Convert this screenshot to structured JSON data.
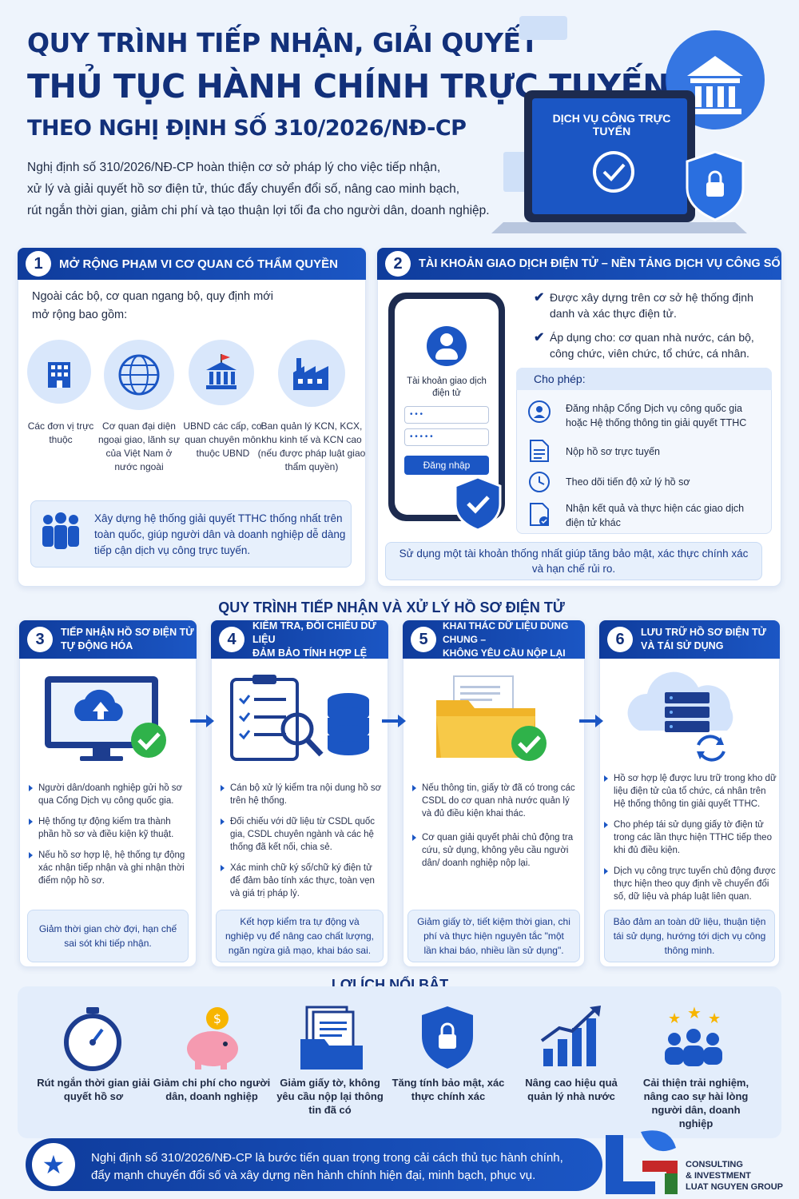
{
  "header": {
    "title_line1": "QUY TRÌNH TIẾP NHẬN, GIẢI QUYẾT",
    "title_line2": "THỦ TỤC HÀNH CHÍNH TRỰC TUYẾN",
    "title_line3": "THEO NGHỊ ĐỊNH SỐ 310/2026/NĐ-CP",
    "intro": [
      "Nghị định số 310/2026/NĐ-CP hoàn thiện cơ sở pháp lý cho việc tiếp nhận,",
      "xử lý và giải quyết hồ sơ điện tử, thúc đẩy chuyển đổi số, nâng cao minh bạch,",
      "rút ngắn thời gian, giảm chi phí và tạo thuận lợi tối đa cho người dân, doanh nghiệp."
    ],
    "laptop_label": "DỊCH VỤ CÔNG TRỰC TUYẾN"
  },
  "section1": {
    "number": "1",
    "title": "MỞ RỘNG PHẠM VI CƠ QUAN CÓ THẨM QUYỀN",
    "intro_line1": "Ngoài các bộ, cơ quan ngang bộ, quy định mới",
    "intro_line2": "mở rộng bao gồm:",
    "items": [
      "Các đơn vị trực thuộc",
      "Cơ quan đại diện ngoại giao, lãnh sự của Việt Nam ở nước ngoài",
      "UBND các cấp, cơ quan chuyên môn thuộc UBND",
      "Ban quản lý KCN, KCX, khu kinh tế và KCN cao (nếu được pháp luật giao thẩm quyền)"
    ],
    "note": "Xây dựng hệ thống giải quyết TTHC thống nhất trên toàn quốc, giúp người dân và doanh nghiệp dễ dàng tiếp cận dịch vụ công trực tuyến."
  },
  "section2": {
    "number": "2",
    "title": "TÀI KHOẢN GIAO DỊCH ĐIỆN TỬ – NỀN TẢNG DỊCH VỤ CÔNG SỐ",
    "phone_label": "Tài khoản giao dịch điện tử",
    "user_field": "• • •",
    "pass_field": "• • • • •",
    "login_button": "Đăng nhập",
    "checks": [
      "Được xây dựng trên cơ sở hệ thống định danh và xác thực điện tử.",
      "Áp dụng cho: cơ quan nhà nước, cán bộ, công chức, viên chức, tổ chức, cá nhân."
    ],
    "allow_title": "Cho phép:",
    "allows": [
      "Đăng nhập Cổng Dịch vụ công quốc gia hoặc Hệ thống thông tin giải quyết TTHC",
      "Nộp hồ sơ trực tuyến",
      "Theo dõi tiến độ xử lý hồ sơ",
      "Nhận kết quả và thực hiện các giao dịch điện tử khác"
    ],
    "note": "Sử dụng một tài khoản thống nhất giúp tăng bảo mật, xác thực chính xác và hạn chế rủi ro."
  },
  "process": {
    "heading": "QUY TRÌNH TIẾP NHẬN VÀ XỬ LÝ HỒ SƠ ĐIỆN TỬ",
    "steps": [
      {
        "number": "3",
        "title1": "TIẾP NHẬN HỒ SƠ ĐIỆN TỬ",
        "title2": "TỰ ĐỘNG HÓA",
        "bullets": [
          "Người dân/doanh nghiệp gửi hồ sơ qua Cổng Dịch vụ công quốc gia.",
          "Hệ thống tự động kiểm tra thành phần hồ sơ và điều kiện kỹ thuật.",
          "Nếu hồ sơ hợp lệ, hệ thống tự động xác nhận tiếp nhận và ghi nhận thời điểm nộp hồ sơ."
        ],
        "note": "Giảm thời gian chờ đợi, hạn chế sai sót khi tiếp nhận."
      },
      {
        "number": "4",
        "title1": "KIỂM TRA, ĐỐI CHIẾU DỮ LIỆU",
        "title2": "ĐẢM BẢO TÍNH HỢP LỆ",
        "bullets": [
          "Cán bộ xử lý kiểm tra nội dung hồ sơ trên hệ thống.",
          "Đối chiếu với dữ liệu từ CSDL quốc gia, CSDL chuyên ngành và các hệ thống đã kết nối, chia sẻ.",
          "Xác minh chữ ký số/chữ ký điện tử để đảm bảo tính xác thực, toàn vẹn và giá trị pháp lý."
        ],
        "note": "Kết hợp kiểm tra tự động và nghiệp vụ để nâng cao chất lượng, ngăn ngừa giả mạo, khai báo sai."
      },
      {
        "number": "5",
        "title1": "KHAI THÁC DỮ LIỆU DÙNG CHUNG –",
        "title2": "KHÔNG YÊU CẦU NỘP LẠI",
        "bullets": [
          "Nếu thông tin, giấy tờ đã có trong các CSDL do cơ quan nhà nước quản lý và đủ điều kiện khai thác.",
          "Cơ quan giải quyết phải chủ động tra cứu, sử dụng, không yêu cầu người dân/ doanh nghiệp nộp lại."
        ],
        "note": "Giảm giấy tờ, tiết kiệm thời gian, chi phí và thực hiện nguyên tắc \"một lần khai báo, nhiều lần sử dụng\"."
      },
      {
        "number": "6",
        "title1": "LƯU TRỮ HỒ SƠ ĐIỆN TỬ",
        "title2": "VÀ TÁI SỬ DỤNG",
        "bullets": [
          "Hồ sơ hợp lệ được lưu trữ trong kho dữ liệu điện tử của tổ chức, cá nhân trên Hệ thống thông tin giải quyết TTHC.",
          "Cho phép tái sử dụng giấy tờ điện tử trong các lần thực hiện TTHC tiếp theo khi đủ điều kiện.",
          "Dịch vụ công trực tuyến chủ động được thực hiện theo quy định về chuyển đổi số, dữ liệu và pháp luật liên quan."
        ],
        "note": "Bảo đảm an toàn dữ liệu, thuận tiện tái sử dụng, hướng tới dịch vụ công thông minh."
      }
    ]
  },
  "benefits": {
    "heading": "LỢI ÍCH NỔI BẬT",
    "items": [
      "Rút ngắn thời gian giải quyết hồ sơ",
      "Giảm chi phí cho người dân, doanh nghiệp",
      "Giảm giấy tờ, không yêu cầu nộp lại thông tin đã có",
      "Tăng tính bảo mật, xác thực chính xác",
      "Nâng cao hiệu quả quản lý nhà nước",
      "Cải thiện trải nghiệm, nâng cao sự hài lòng người dân, doanh nghiệp"
    ]
  },
  "footer": {
    "line1": "Nghị định số 310/2026/NĐ-CP là bước tiến quan trọng trong cải cách thủ tục hành chính,",
    "line2": "đẩy mạnh chuyển đổi số và xây dựng nền hành chính hiện đại, minh bạch, phục vụ.",
    "logo_line1": "CONSULTING",
    "logo_line2": "& INVESTMENT",
    "logo_line3": "LUAT NGUYEN GROUP"
  },
  "colors": {
    "navy": "#12307a",
    "blue": "#1b56c4",
    "green": "#2fb24a",
    "light": "#e7f0fc"
  }
}
